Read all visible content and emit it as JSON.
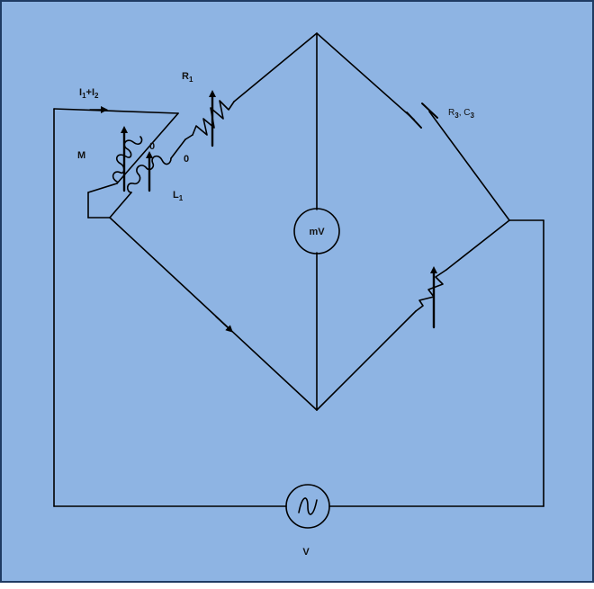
{
  "colors": {
    "background": "#8eb4e3",
    "border": "#1f3b63",
    "wire": "#000000"
  },
  "labels": {
    "current_main": "I",
    "current_main_sub1": "1",
    "current_main_plus": "+I",
    "current_main_sub2": "2",
    "r1_main": "R",
    "r1_sub": "1",
    "m_label": "M",
    "l1_main": "L",
    "l1_sub": "1",
    "zero_top": "0",
    "zero_bottom": "0",
    "r3c3_r": "R",
    "r3c3_sub": "3",
    "r3c3_mid": ", C",
    "r3c3_sub2": "3",
    "meter": "mV",
    "source": "V"
  },
  "icons": {
    "source": "ac-sine-icon",
    "meter": "millivoltmeter-icon"
  }
}
